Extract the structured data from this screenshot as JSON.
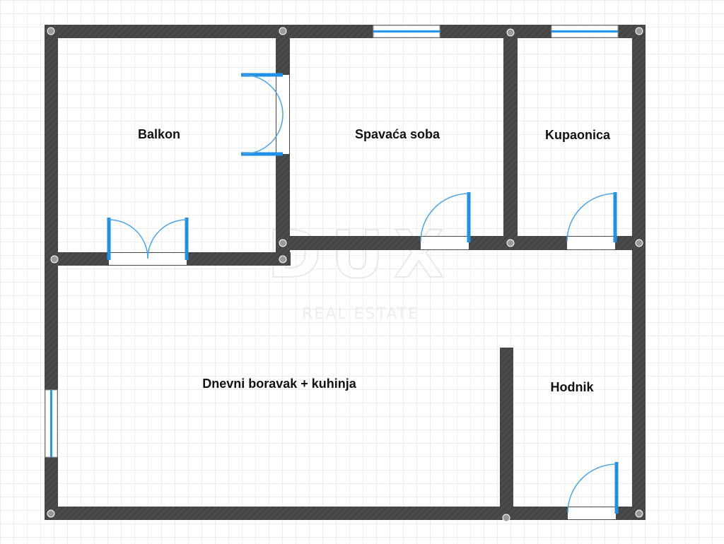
{
  "rooms": {
    "balkon": "Balkon",
    "spavaca_soba": "Spavaća soba",
    "kupaonica": "Kupaonica",
    "dnevni_boravak": "Dnevni boravak + kuhinja",
    "hodnik": "Hodnik"
  },
  "watermark": {
    "brand": "DUX",
    "tagline": "REAL ESTATE"
  },
  "colors": {
    "wall": "#4a4a4a",
    "wall_hatch": "#3a3a3a",
    "door_leaf": "#1e90e6",
    "door_swing": "#4aa3e8",
    "window_frame": "#2196f3",
    "grid_line": "#dcdcdc",
    "node": "#9a9a9a",
    "watermark": "#e6e6e6"
  }
}
